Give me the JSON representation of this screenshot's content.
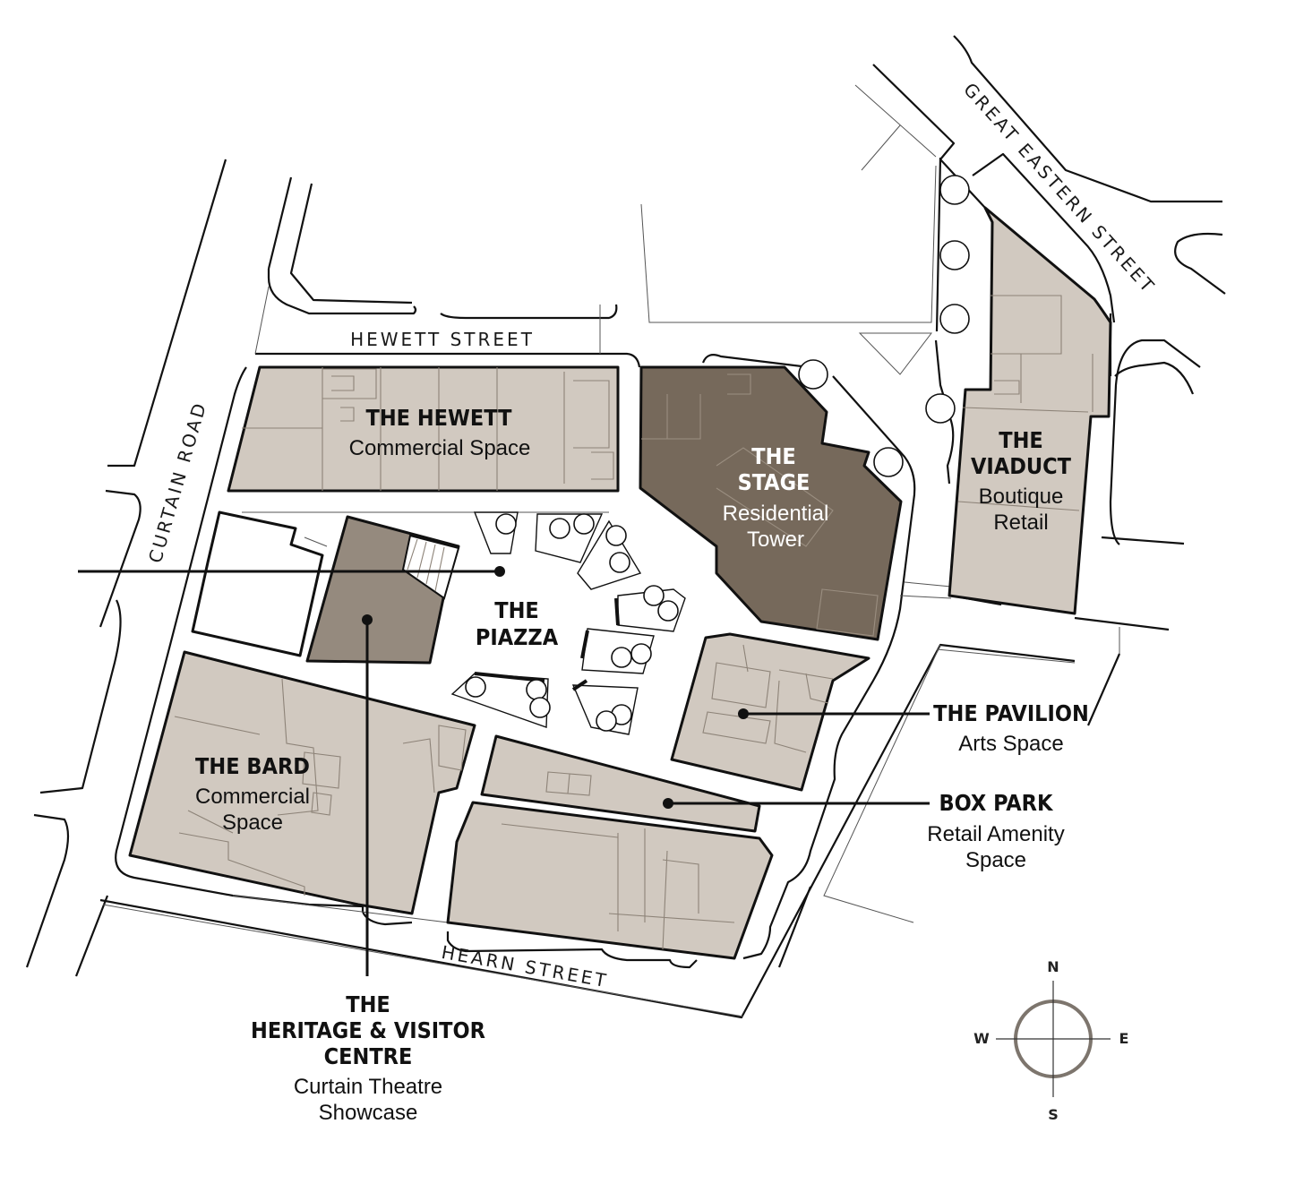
{
  "streets": {
    "hewett": "HEWETT STREET",
    "curtain": "CURTAIN ROAD",
    "great_eastern": "GREAT EASTERN STREET",
    "hearn": "HEARN STREET"
  },
  "buildings": {
    "hewett": {
      "name": "THE HEWETT",
      "desc": "Commercial Space"
    },
    "stage": {
      "name_1": "THE",
      "name_2": "STAGE",
      "desc_1": "Residential",
      "desc_2": "Tower"
    },
    "viaduct": {
      "name_1": "THE",
      "name_2": "VIADUCT",
      "desc_1": "Boutique",
      "desc_2": "Retail"
    },
    "piazza": {
      "name_1": "THE",
      "name_2": "PIAZZA"
    },
    "bard": {
      "name": "THE BARD",
      "desc_1": "Commercial",
      "desc_2": "Space"
    },
    "pavilion": {
      "name": "THE PAVILION",
      "desc": "Arts Space"
    },
    "box_park": {
      "name": "BOX PARK",
      "desc_1": "Retail Amenity",
      "desc_2": "Space"
    },
    "heritage": {
      "name_1": "THE",
      "name_2": "HERITAGE & VISITOR",
      "name_3": "CENTRE",
      "desc_1": "Curtain Theatre",
      "desc_2": "Showcase"
    }
  },
  "compass": {
    "n": "N",
    "s": "S",
    "e": "E",
    "w": "W"
  },
  "colors": {
    "building_light": "#d1c9c0",
    "building_dark": "#76695b",
    "building_mid": "#958a7e",
    "line": "#111111"
  }
}
